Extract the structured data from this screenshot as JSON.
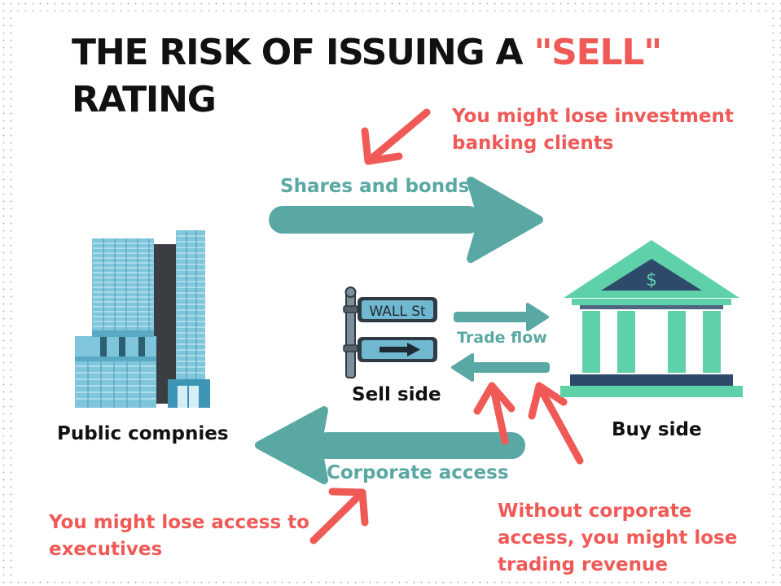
{
  "title": {
    "line1": "THE RISK OF ISSUING A ",
    "highlight": "\"SELL\"",
    "line2": "RATING"
  },
  "nodes": {
    "public_companies": "Public compnies",
    "sell_side": "Sell side",
    "buy_side": "Buy side"
  },
  "flows": {
    "shares_and_bonds": "Shares and bonds",
    "trade_flow": "Trade flow",
    "corporate_access": "Corporate access"
  },
  "risks": {
    "investment_banking": "You might lose investment banking clients",
    "executives": "You might lose access to executives",
    "trading_revenue": "Without corporate access, you might lose trading revenue"
  },
  "signs": {
    "wall_st": "WALL St"
  },
  "bank_symbol": "$",
  "colors": {
    "accent_red": "#ef5a57",
    "flow_teal": "#5aa8a3",
    "bank_green": "#5fd1a8",
    "bank_navy": "#2e4a6b",
    "building_blue": "#7fc6dc",
    "building_dark": "#3a3d42",
    "text_dark": "#111111"
  },
  "icons": [
    "skyscraper-icon",
    "wall-street-sign-icon",
    "bank-icon",
    "arrow-icon"
  ]
}
